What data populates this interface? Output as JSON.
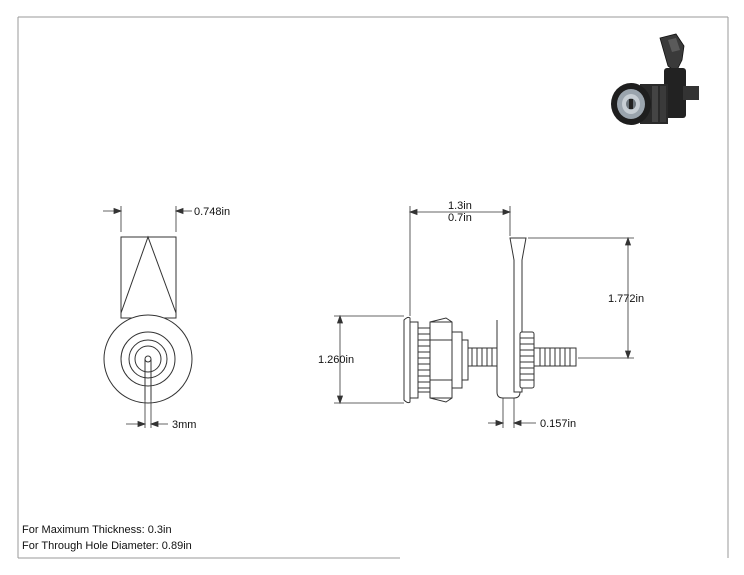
{
  "drawing": {
    "dimensions": {
      "front_width": "0.748in",
      "front_key_slot": "3mm",
      "side_total_length": "1.3in",
      "side_grip_length": "0.7in",
      "side_cam_height": "1.772in",
      "side_body_diameter": "1.260in",
      "side_cam_thickness": "0.157in"
    },
    "notes": {
      "max_thickness": "For Maximum Thickness: 0.3in",
      "hole_diameter": "For Through Hole Diameter: 0.89in"
    },
    "colors": {
      "line": "#333333",
      "border": "#9a9a9a",
      "render_body": "#2a2a2a",
      "render_highlight": "#9aa4ad"
    }
  }
}
